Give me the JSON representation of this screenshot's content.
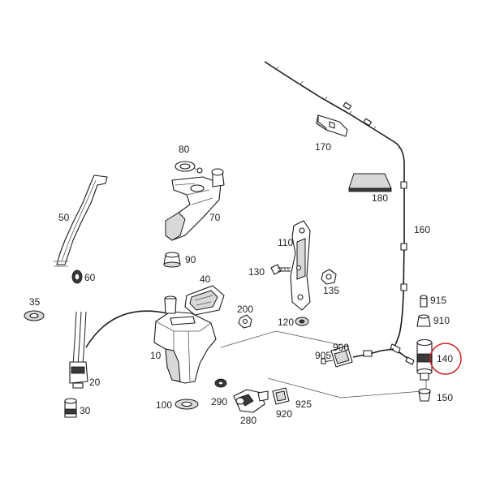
{
  "highlight_color": "#cc2222",
  "callouts": [
    {
      "id": "10",
      "label": "10"
    },
    {
      "id": "20",
      "label": "20"
    },
    {
      "id": "30",
      "label": "30"
    },
    {
      "id": "35",
      "label": "35"
    },
    {
      "id": "40",
      "label": "40"
    },
    {
      "id": "50",
      "label": "50"
    },
    {
      "id": "60",
      "label": "60"
    },
    {
      "id": "70",
      "label": "70"
    },
    {
      "id": "80",
      "label": "80"
    },
    {
      "id": "90",
      "label": "90"
    },
    {
      "id": "100",
      "label": "100"
    },
    {
      "id": "110",
      "label": "110"
    },
    {
      "id": "120",
      "label": "120"
    },
    {
      "id": "130",
      "label": "130"
    },
    {
      "id": "135",
      "label": "135"
    },
    {
      "id": "140",
      "label": "140"
    },
    {
      "id": "150",
      "label": "150"
    },
    {
      "id": "160",
      "label": "160"
    },
    {
      "id": "170",
      "label": "170"
    },
    {
      "id": "180",
      "label": "180"
    },
    {
      "id": "200",
      "label": "200"
    },
    {
      "id": "280",
      "label": "280"
    },
    {
      "id": "290",
      "label": "290"
    },
    {
      "id": "900",
      "label": "900"
    },
    {
      "id": "905",
      "label": "905"
    },
    {
      "id": "910",
      "label": "910"
    },
    {
      "id": "915",
      "label": "915"
    },
    {
      "id": "920",
      "label": "920"
    },
    {
      "id": "925",
      "label": "925"
    }
  ]
}
